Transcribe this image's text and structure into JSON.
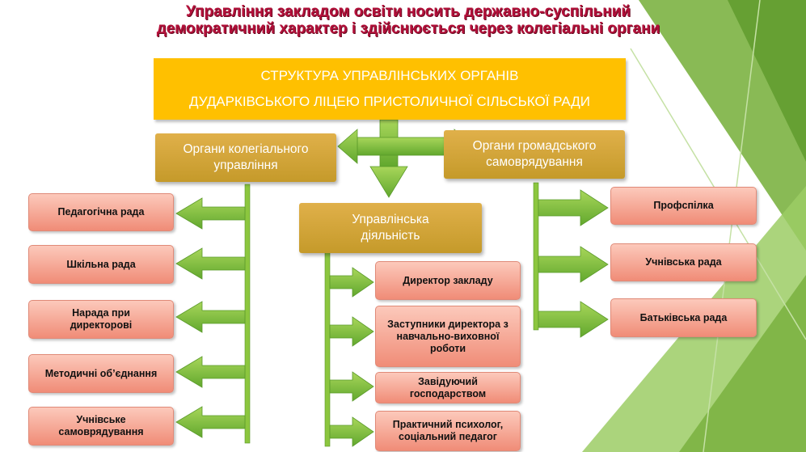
{
  "slide_title": "Управління закладом освіти носить державно-суспільний демократичний характер і здійснюється через колегіальні органи",
  "banner": {
    "line1": "СТРУКТУРА УПРАВЛІНСЬКИХ ОРГАНІВ",
    "line2": "ДУДАРКІВСЬКОГО ЛІЦЕЮ ПРИСТОЛИЧНОЇ СІЛЬСЬКОЇ РАДИ"
  },
  "branches": {
    "collegial": "Органи колегіального управління",
    "management": "Управлінська діяльність",
    "public": "Органи громадського самоврядування"
  },
  "collegial_items": [
    "Педагогічна рада",
    "Шкільна рада",
    "Нарада при директорові",
    "Методичні об’єднання",
    "Учнівське самоврядування"
  ],
  "management_items": [
    "Директор закладу",
    "Заступники директора з навчально-виховної роботи",
    "Завідуючий господарством",
    "Практичний психолог, соціальний педагог"
  ],
  "public_items": [
    "Профспілка",
    "Учнівська рада",
    "Батьківська рада"
  ],
  "colors": {
    "title": "#b3103a",
    "banner": "#ffc000",
    "branch_box": "#d4a53a",
    "item_box": "#f5a795",
    "arrow": "#7ac142",
    "background_accent": "#8cc63f"
  }
}
